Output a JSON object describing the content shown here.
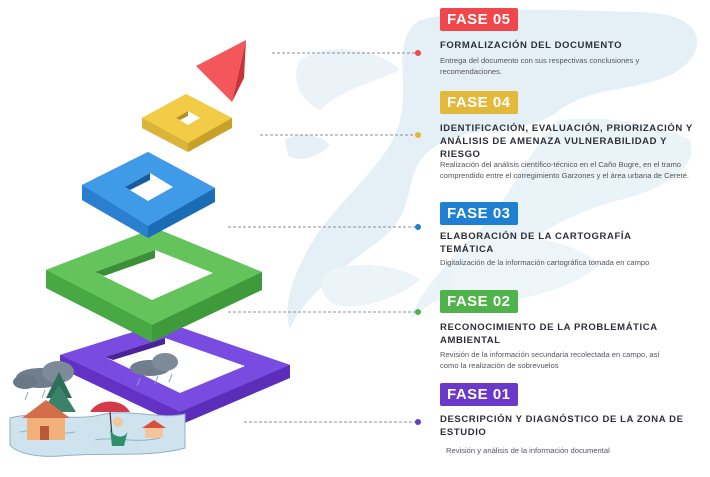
{
  "colors": {
    "fase05": "#f0474d",
    "fase04": "#e2b93b",
    "fase03": "#1f7fd0",
    "fase02": "#4fb24a",
    "fase01": "#6b39c9",
    "leader_line": "#8f8f96",
    "background_wash": "#d8e9f2"
  },
  "phases": [
    {
      "id": "fase05",
      "badge": "FASE 05",
      "title": "FORMALIZACIÓN DEL DOCUMENTO",
      "description": "Entrega del documento con sus respectivas conclusiones y recomendaciones."
    },
    {
      "id": "fase04",
      "badge": "FASE 04",
      "title": "IDENTIFICACIÓN, EVALUACIÓN, PRIORIZACIÓN Y ANÁLISIS DE AMENAZA VULNERABILIDAD Y RIESGO",
      "description": "Realización del análisis científico-técnico en el Caño Bugre, en el tramo comprendido entre el corregimiento Garzones y el área urbana de Cereté."
    },
    {
      "id": "fase03",
      "badge": "FASE 03",
      "title": "ELABORACIÓN DE LA CARTOGRAFÍA TEMÁTICA",
      "description": "Digitalización de la información cartográfica tomada en campo"
    },
    {
      "id": "fase02",
      "badge": "FASE 02",
      "title": "RECONOCIMIENTO DE LA PROBLEMÁTICA AMBIENTAL",
      "description": "Revisión de la información secundaria recolectada en campo, así como la realización de sobrevuelos"
    },
    {
      "id": "fase01",
      "badge": "FASE 01",
      "title": "DESCRIPCIÓN Y DIAGNÓSTICO DE LA ZONA DE ESTUDIO",
      "description": "Revisión y análisis de la información documental"
    }
  ]
}
